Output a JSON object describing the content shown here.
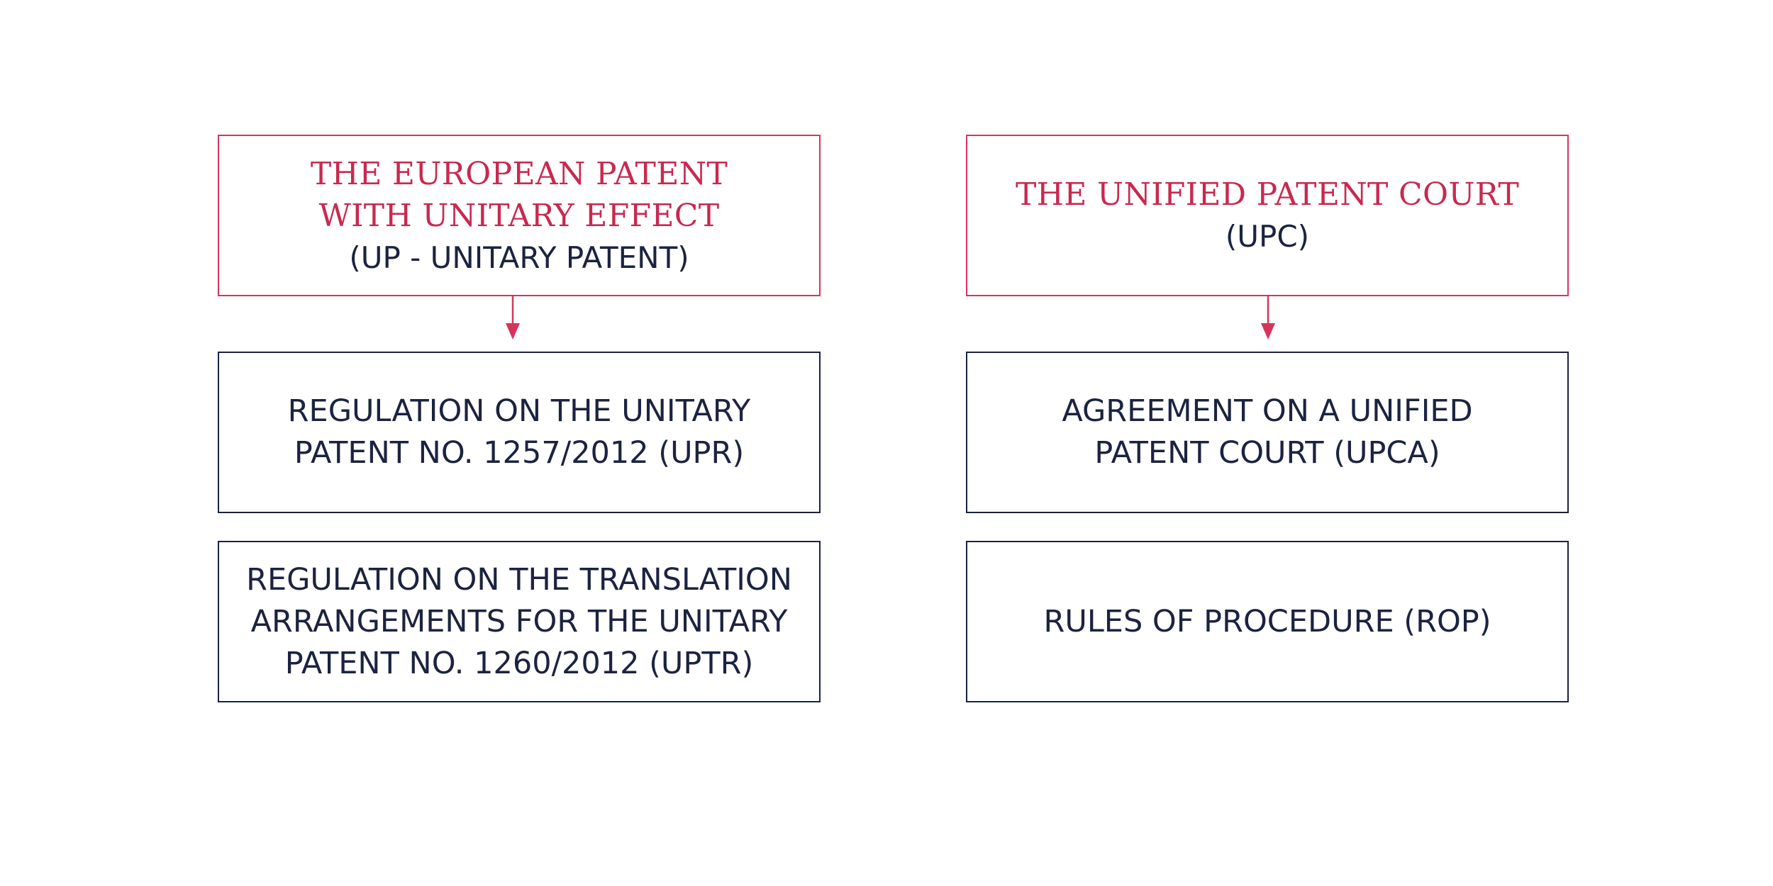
{
  "colors": {
    "accent": "#d6355b",
    "title_text": "#c8294f",
    "body_text": "#1b2340",
    "border_dark": "#1b2340",
    "background": "#ffffff"
  },
  "left": {
    "header": {
      "title_line_1": "THE EUROPEAN PATENT",
      "title_line_2": "WITH UNITARY EFFECT",
      "subtitle": "(UP - UNITARY PATENT)"
    },
    "box_1": {
      "line_1": "REGULATION ON THE UNITARY",
      "line_2": "PATENT NO. 1257/2012 (UPR)"
    },
    "box_2": {
      "line_1": "REGULATION ON THE TRANSLATION",
      "line_2": "ARRANGEMENTS FOR THE UNITARY",
      "line_3": "PATENT NO. 1260/2012 (UPTR)"
    }
  },
  "right": {
    "header": {
      "title_line_1": "THE UNIFIED PATENT COURT",
      "subtitle": "(UPC)"
    },
    "box_1": {
      "line_1": "AGREEMENT ON A UNIFIED",
      "line_2": "PATENT COURT (UPCA)"
    },
    "box_2": {
      "line_1": "RULES OF PROCEDURE (ROP)"
    }
  }
}
